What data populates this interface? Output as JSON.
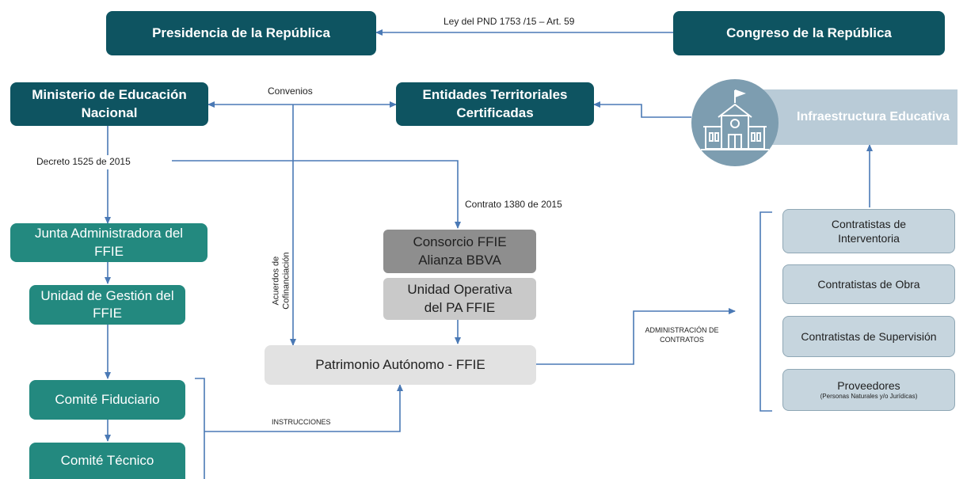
{
  "nodes": {
    "presidencia": "Presidencia de la República",
    "congreso": "Congreso de la República",
    "ministerio": "Ministerio de Educación Nacional",
    "entidades": "Entidades Territoriales Certificadas",
    "infraestructura": "Infraestructura Educativa",
    "junta": "Junta Administradora  del FFIE",
    "unidad_gestion": "Unidad de Gestión del FFIE",
    "comite_fiduciario": "Comité Fiduciario",
    "comite_tecnico": "Comité Técnico",
    "consorcio": "Consorcio FFIE Alianza BBVA",
    "unidad_operativa": "Unidad Operativa del PA FFIE",
    "patrimonio": "Patrimonio Autónomo - FFIE",
    "interventoria": "Contratistas de Interventoria",
    "obra": "Contratistas de Obra",
    "supervision": "Contratistas de Supervisión",
    "proveedores": "Proveedores",
    "proveedores_sub": "(Personas Naturales y/o Jurídicas)"
  },
  "labels": {
    "ley": "Ley del PND 1753 /15 – Art. 59",
    "convenios": "Convenios",
    "decreto": "Decreto 1525 de 2015",
    "contrato": "Contrato 1380 de 2015",
    "acuerdos": "Acuerdos de Cofinanciación",
    "administracion": "ADMINISTRACIÓN DE CONTRATOS",
    "instrucciones": "INSTRUCCIONES"
  },
  "icons": {
    "school": "school-building-icon"
  },
  "colors": {
    "dark": "#0e5461",
    "teal": "#23897f",
    "line": "#4a79b5",
    "light": "#c6d5de"
  }
}
